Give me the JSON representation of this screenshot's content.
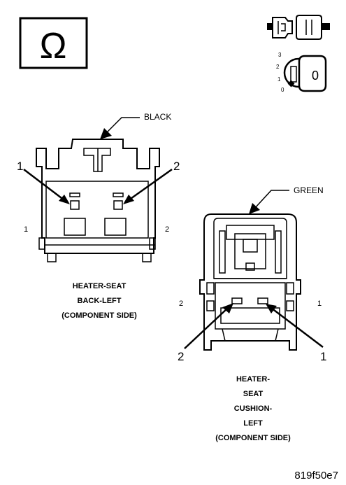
{
  "icons": {
    "ohm_symbol": "Ω",
    "ignition_key_position": "0",
    "ignition_positions": [
      "3",
      "2",
      "1",
      "0"
    ]
  },
  "connector_back": {
    "callout": "BLACK",
    "arrow_pin_labels": [
      "1",
      "2"
    ],
    "side_pin_labels": [
      "1",
      "2"
    ],
    "caption": [
      "HEATER-SEAT",
      "BACK-LEFT",
      "(COMPONENT SIDE)"
    ]
  },
  "connector_cushion": {
    "callout": "GREEN",
    "arrow_pin_labels": [
      "2",
      "1"
    ],
    "side_pin_labels": [
      "2",
      "1"
    ],
    "caption": [
      "HEATER-",
      "SEAT",
      "CUSHION-",
      "LEFT",
      "(COMPONENT SIDE)"
    ]
  },
  "figure_id": "819f50e7"
}
